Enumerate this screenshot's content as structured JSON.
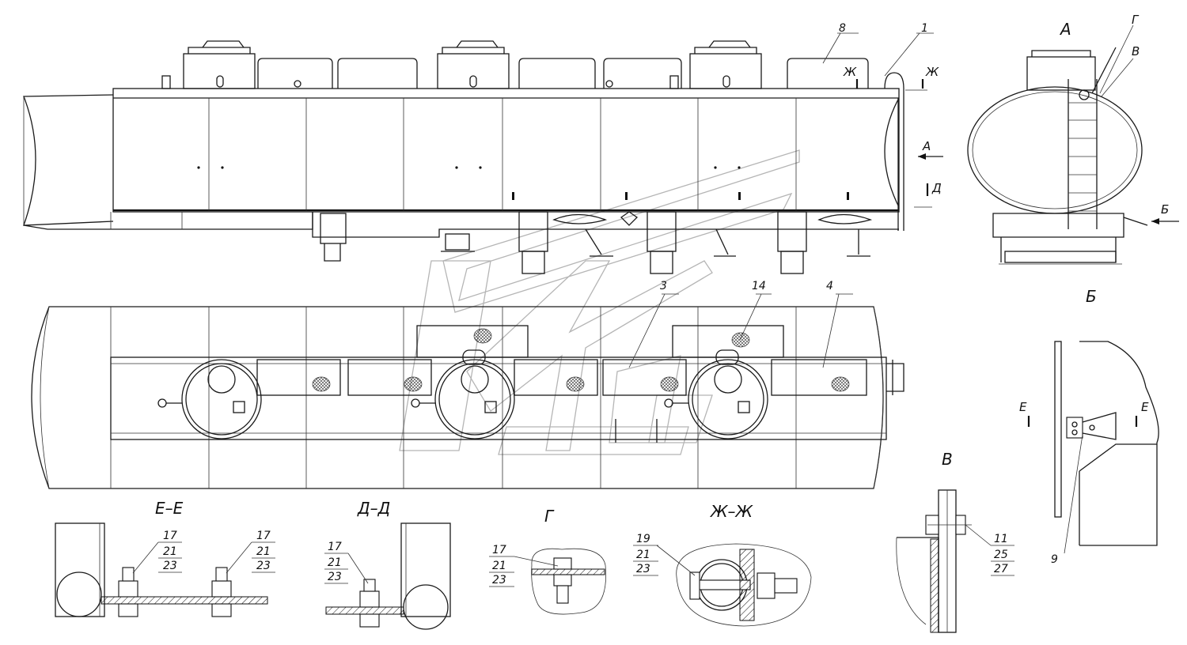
{
  "views": {
    "section_ee": "Е–Е",
    "section_dd": "Д–Д",
    "view_g": "Г",
    "section_zhzh": "Ж–Ж",
    "view_a": "А",
    "view_b": "Б",
    "view_v": "В"
  },
  "markers": {
    "zh_left": "Ж",
    "zh_right": "Ж",
    "a_arrow": "А",
    "d_arrow": "Д",
    "b_arrow": "Б",
    "g_mark": "Г",
    "v_mark": "В",
    "e_left": "Е",
    "e_right": "Е"
  },
  "callouts": {
    "main_1": "1",
    "main_8": "8",
    "plan_3": "3",
    "plan_14": "14",
    "plan_4": "4",
    "detail_9": "9"
  },
  "fractions": {
    "ee_left": [
      "17",
      "21",
      "23"
    ],
    "ee_right": [
      "17",
      "21",
      "23"
    ],
    "dd": [
      "17",
      "21",
      "23"
    ],
    "g": [
      "17",
      "21",
      "23"
    ],
    "zhzh": [
      "19",
      "21",
      "23"
    ],
    "v": [
      "11",
      "25",
      "27"
    ]
  }
}
